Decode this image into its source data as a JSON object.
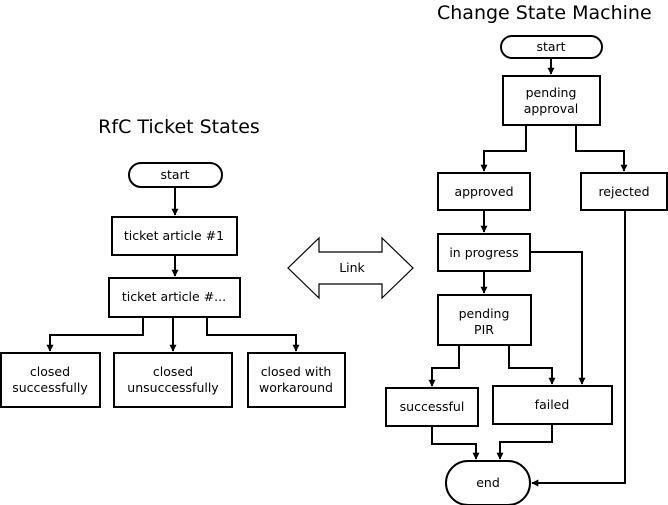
{
  "left": {
    "title": "RfC Ticket States",
    "start": "start",
    "article1": "ticket article #1",
    "article2": "ticket article #...",
    "closed_success": [
      "closed",
      "successfully"
    ],
    "closed_unsuccess": [
      "closed",
      "unsuccessfully"
    ],
    "closed_workaround": [
      "closed with",
      "workaround"
    ]
  },
  "link": "Link",
  "right": {
    "title": "Change State Machine",
    "start": "start",
    "pending_approval": [
      "pending",
      "approval"
    ],
    "approved": "approved",
    "rejected": "rejected",
    "in_progress": "in progress",
    "pending_pir": [
      "pending",
      "PIR"
    ],
    "successful": "successful",
    "failed": "failed",
    "end": "end"
  }
}
